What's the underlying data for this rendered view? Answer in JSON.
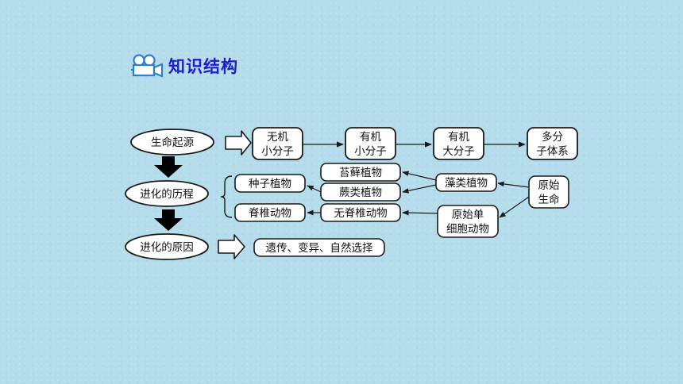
{
  "header": {
    "title": "知识结构",
    "icon": "movie-camera-icon",
    "icon_color": "#2a7fd6",
    "title_color": "#1e1ad6"
  },
  "colors": {
    "background": "#b4dceb",
    "box_fill": "#ffffff",
    "stroke": "#1a1a1a"
  },
  "diagram": {
    "stages": [
      "生命起源",
      "进化的历程",
      "进化的原因"
    ],
    "origin_chain": [
      [
        "无机",
        "小分子"
      ],
      [
        "有机",
        "小分子"
      ],
      [
        "有机",
        "大分子"
      ],
      [
        "多分",
        "子体系"
      ]
    ],
    "plants": {
      "moss": "苔藓植物",
      "fern": "蕨类植物",
      "seed": "种子植物",
      "algae": "藻类植物"
    },
    "animals": {
      "vertebrate": "脊椎动物",
      "invertebrate": "无脊椎动物",
      "single_cell": [
        "原始单",
        "细胞动物"
      ]
    },
    "primitive_life": [
      "原始",
      "生命"
    ],
    "causes": "遗传、变异、自然选择"
  }
}
